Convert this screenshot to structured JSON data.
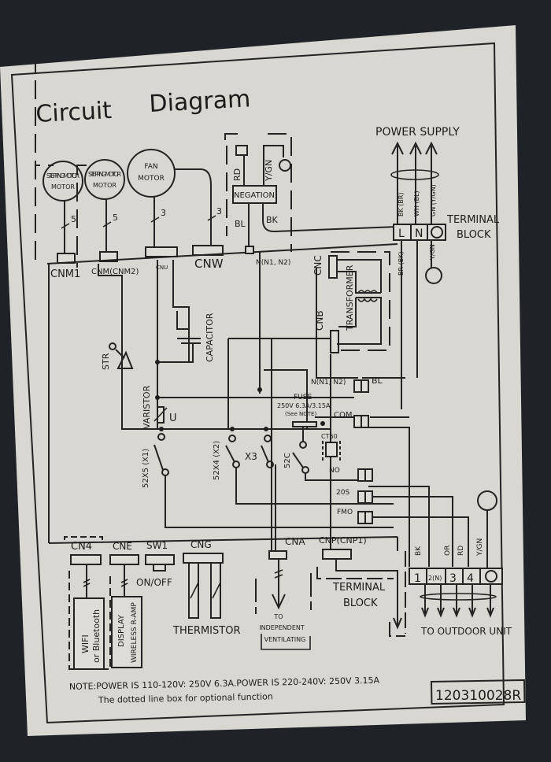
{
  "title": "Circuit Diagram",
  "title_parts": [
    "Circuit",
    "Diagram"
  ],
  "motors": {
    "stepping_motor_1": "STEPPING MOTOR",
    "stepping_motor_2": "STEPPING MOTOR",
    "fan_motor": "FAN MOTOR",
    "wire_counts": [
      "5",
      "5",
      "3",
      "3"
    ]
  },
  "connectors": {
    "cnm1": "CNM1",
    "cnm2": "CNM(CNM2)",
    "cnu": "CNU",
    "cnw": "CNW",
    "n_n1_n2": "N(N1, N2)",
    "cnc": "CNC",
    "cnb": "CNB",
    "cn4": "CN4",
    "cne": "CNE",
    "sw1": "SW1",
    "cng": "CNG",
    "cna": "CNA",
    "cnp": "CNP(CNP1)"
  },
  "negation": {
    "label": "NEGATION",
    "wire_rd": "RD",
    "wire_ygn": "Y/GN",
    "wire_bl": "BL",
    "wire_bk": "BK"
  },
  "power_supply": {
    "label": "POWER SUPPLY",
    "wires": [
      "BK (BR)",
      "WH (BL)",
      "GN (Y/GN)"
    ],
    "terminals": [
      "L",
      "N",
      "⏚"
    ],
    "terminal_block_label": [
      "TERMINAL",
      "BLOCK"
    ],
    "wire_br_bk": "BR (BK)",
    "wire_ygn": "Y/GN"
  },
  "components": {
    "transformer": "TRANSFORMER",
    "capacitor": "CAPACITOR",
    "str": "STR",
    "varistor": "VARISTOR",
    "varistor_u": "U",
    "relay_52x5": "52X5 (X1)",
    "relay_52x4": "52X4 (X2)",
    "relay_x3": "X3",
    "relay_52c": "52C",
    "ct60": "CT60"
  },
  "fuse": {
    "label": "FUSE",
    "rating": "250V 6.3A/3.15A",
    "note_ref": "(See NOTE)"
  },
  "outputs": {
    "n_n1_n2": "N(N1, N2)",
    "bl": "BL",
    "com": "COM",
    "no": "NO",
    "twenty_s": "20S",
    "fmo": "FMO"
  },
  "outdoor": {
    "wire_labels": [
      "BK",
      "OR",
      "RD",
      "Y/GN"
    ],
    "terminals": [
      "1",
      "2(N)",
      "3",
      "4",
      "⏚"
    ],
    "label": "TO OUTDOOR UNIT"
  },
  "bottom": {
    "on_off": "ON/OFF",
    "wifi": [
      "WIFI",
      "or Bluetooth"
    ],
    "display": [
      "DISPLAY",
      "WIRELESS R-AMP"
    ],
    "thermistor": "THERMISTOR",
    "to_ventilating": [
      "TO",
      "INDEPENDENT",
      "VENTILATING"
    ],
    "terminal_block": [
      "TERMINAL",
      "BLOCK"
    ]
  },
  "note_line_1": "NOTE:POWER IS 110-120V: 250V 6.3A.POWER IS 220-240V: 250V 3.15A",
  "note_line_2": "The dotted line box for optional function",
  "part_number": "120310028R"
}
